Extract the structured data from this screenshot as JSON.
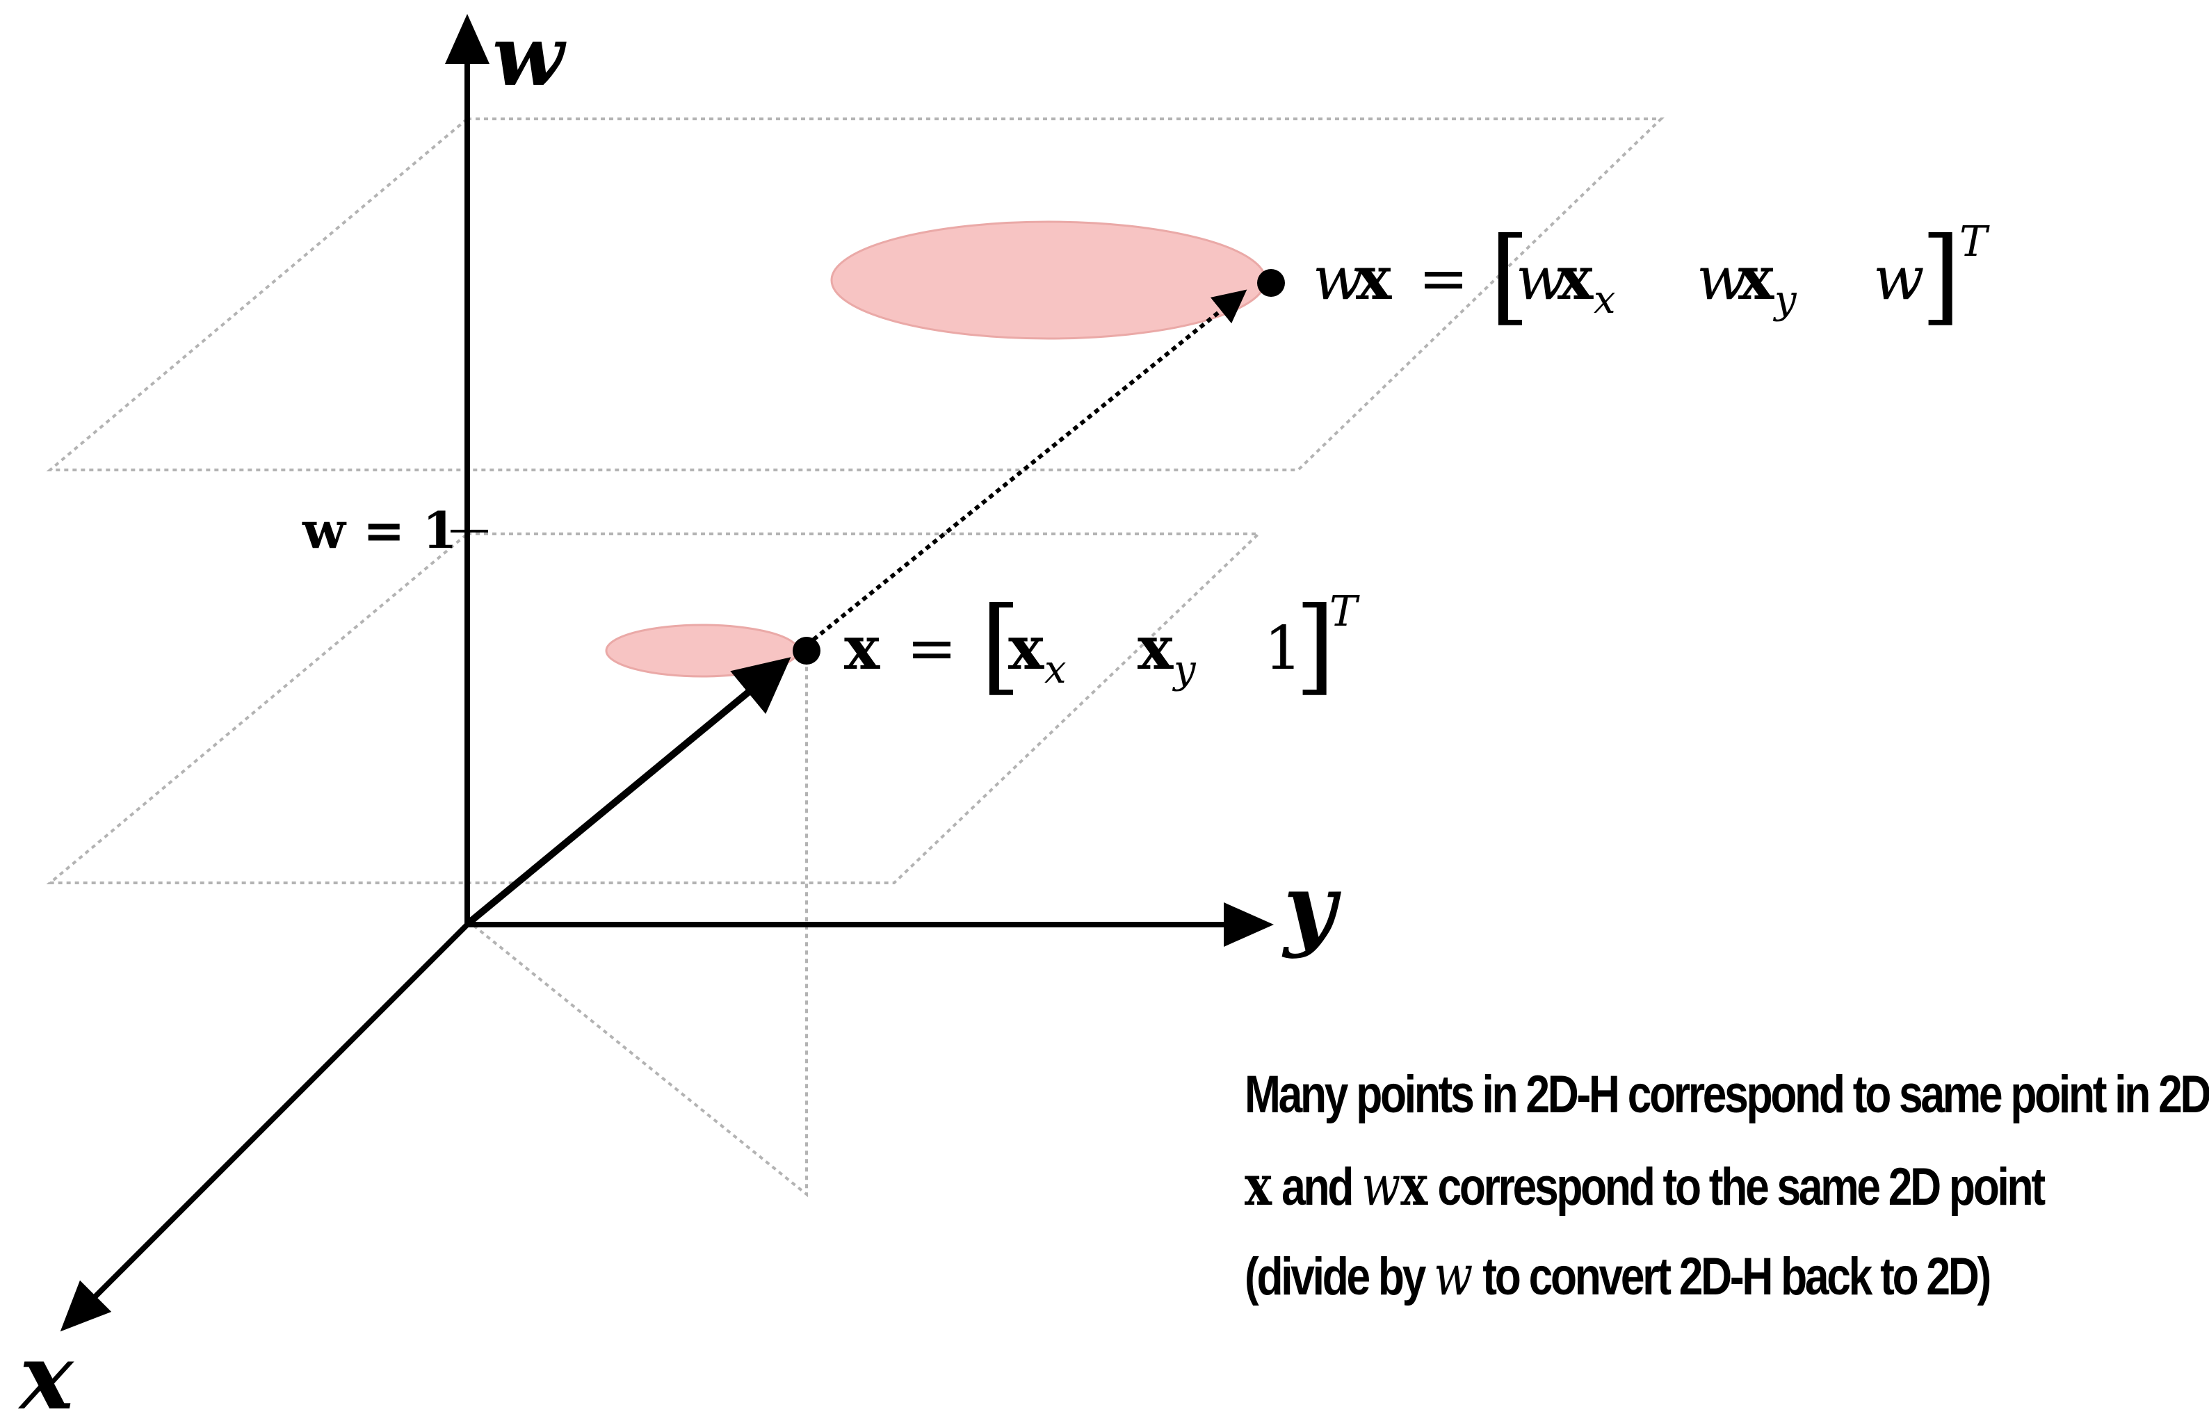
{
  "axes": {
    "w_label": "w",
    "y_label": "y",
    "x_label": "x",
    "w_tick_label": "w = 1"
  },
  "points": {
    "x_point": {
      "lhs": "x",
      "eq": "=",
      "entries": [
        {
          "base": "x",
          "sub": "x"
        },
        {
          "base": "x",
          "sub": "y"
        },
        {
          "base": "1",
          "sub": ""
        }
      ],
      "transpose": "T"
    },
    "wx_point": {
      "lhs_w": "w",
      "lhs_x": "x",
      "eq": "=",
      "entries": [
        {
          "w": "w",
          "base": "x",
          "sub": "x"
        },
        {
          "w": "w",
          "base": "x",
          "sub": "y"
        },
        {
          "w": "w",
          "base": "",
          "sub": ""
        }
      ],
      "transpose": "T"
    }
  },
  "caption": {
    "line1": "Many points in 2D-H correspond to same point in 2D",
    "line2_sym1": "x",
    "line2_mid": " and ",
    "line2_sym2_w": "w",
    "line2_sym2_x": "x",
    "line2_rest": " correspond to the same 2D point",
    "line3_pre": "(divide by ",
    "line3_sym": "w",
    "line3_post": " to convert 2D-H back to 2D)"
  },
  "colors": {
    "axis": "#000000",
    "plane_outline": "#b3b3b3",
    "ellipse_fill": "#f7c4c3",
    "ellipse_stroke": "#eaa9a7"
  }
}
